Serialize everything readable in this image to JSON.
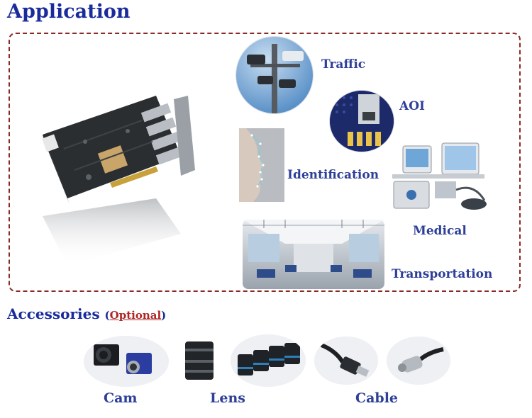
{
  "application": {
    "title": "Application",
    "categories": {
      "traffic": "Traffic",
      "aoi": "AOI",
      "identification": "Identification",
      "medical": "Medical",
      "transportation": "Transportation"
    }
  },
  "accessories": {
    "title": "Accessories",
    "open_paren": "(",
    "optional": "Optional",
    "close_paren": ")",
    "items": {
      "cam": "Cam",
      "lens": "Lens",
      "cable": "Cable"
    }
  },
  "colors": {
    "heading": "#1a2c9c",
    "label": "#2e3f98",
    "border": "#8a2a26",
    "optional_link": "#b02525"
  }
}
